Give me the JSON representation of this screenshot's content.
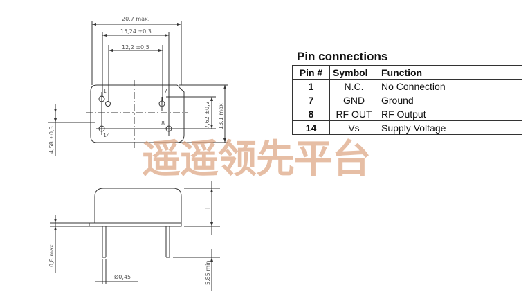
{
  "dimensions": {
    "overall_width": "20,7 max.",
    "pin_span_outer": "15,24 ±0,3",
    "pin_span_inner": "12,2 ±0,5",
    "pin_pitch_vertical": "7,62 ±0,2",
    "overall_height": "13,1 max",
    "side_offset": "4,58 ±0,3",
    "standoff": "0,8 max",
    "body_height": "I",
    "pin_diameter": "Ø0,45",
    "lead_length": "5,85 min"
  },
  "top_view_pins": [
    "1",
    "7",
    "14",
    "8"
  ],
  "pin_connections": {
    "title": "Pin connections",
    "headers": [
      "Pin #",
      "Symbol",
      "Function"
    ],
    "rows": [
      {
        "pin": "1",
        "symbol": "N.C.",
        "function": "No Connection"
      },
      {
        "pin": "7",
        "symbol": "GND",
        "function": "Ground"
      },
      {
        "pin": "8",
        "symbol": "RF OUT",
        "function": "RF Output"
      },
      {
        "pin": "14",
        "symbol": "Vs",
        "function": "Supply Voltage"
      }
    ]
  },
  "watermark": "遥遥领先平台",
  "colors": {
    "line": "#333333",
    "dim_text": "#555555",
    "watermark": "#d7966e"
  }
}
